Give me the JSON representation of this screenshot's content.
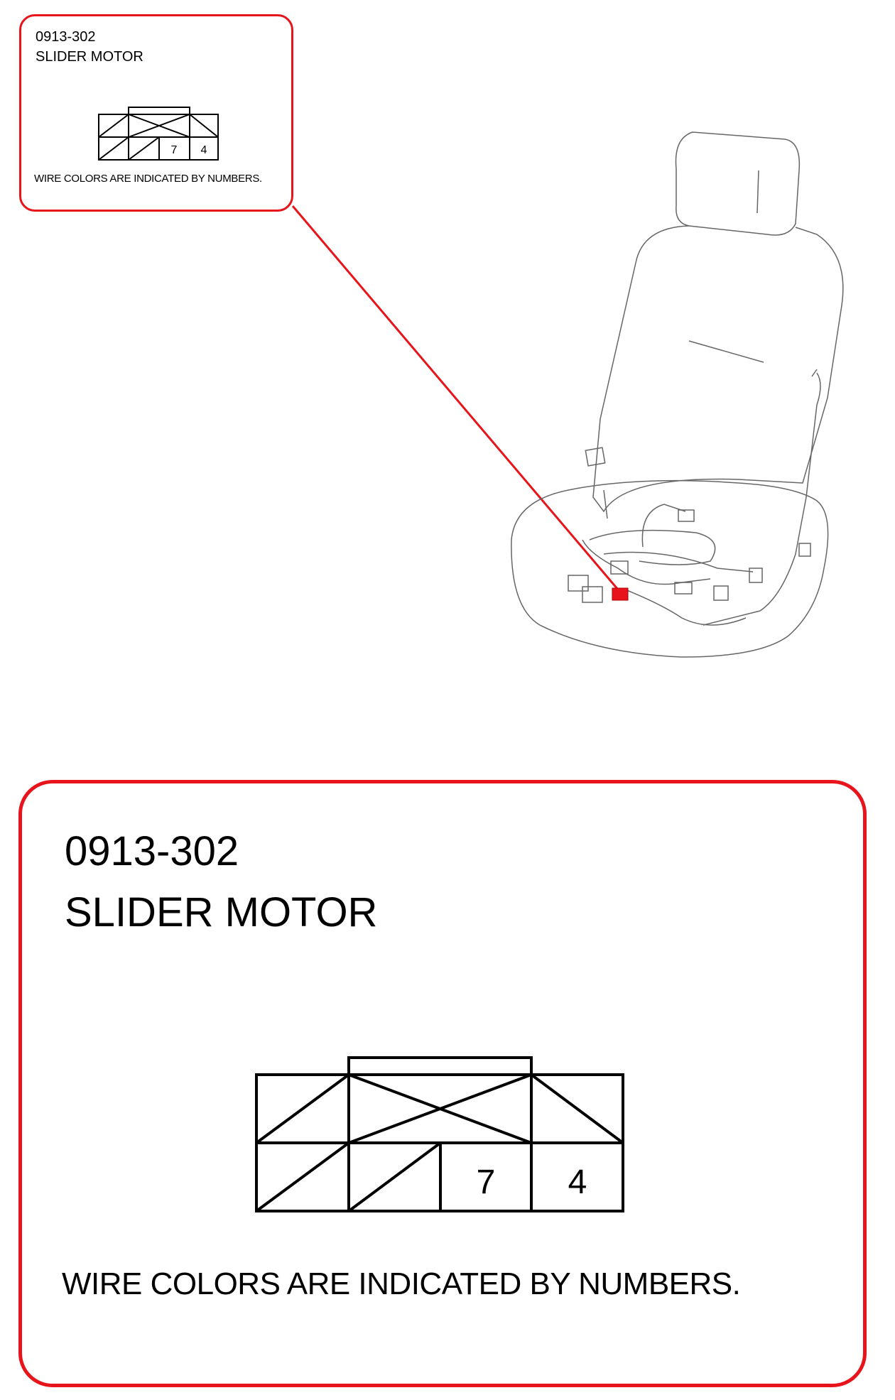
{
  "connector": {
    "code": "0913-302",
    "name": "SLIDER MOTOR",
    "note": "WIRE COLORS ARE INDICATED BY NUMBERS.",
    "pins": [
      "7",
      "4"
    ]
  },
  "colors": {
    "accent": "#e8141b",
    "line": "#000000"
  }
}
